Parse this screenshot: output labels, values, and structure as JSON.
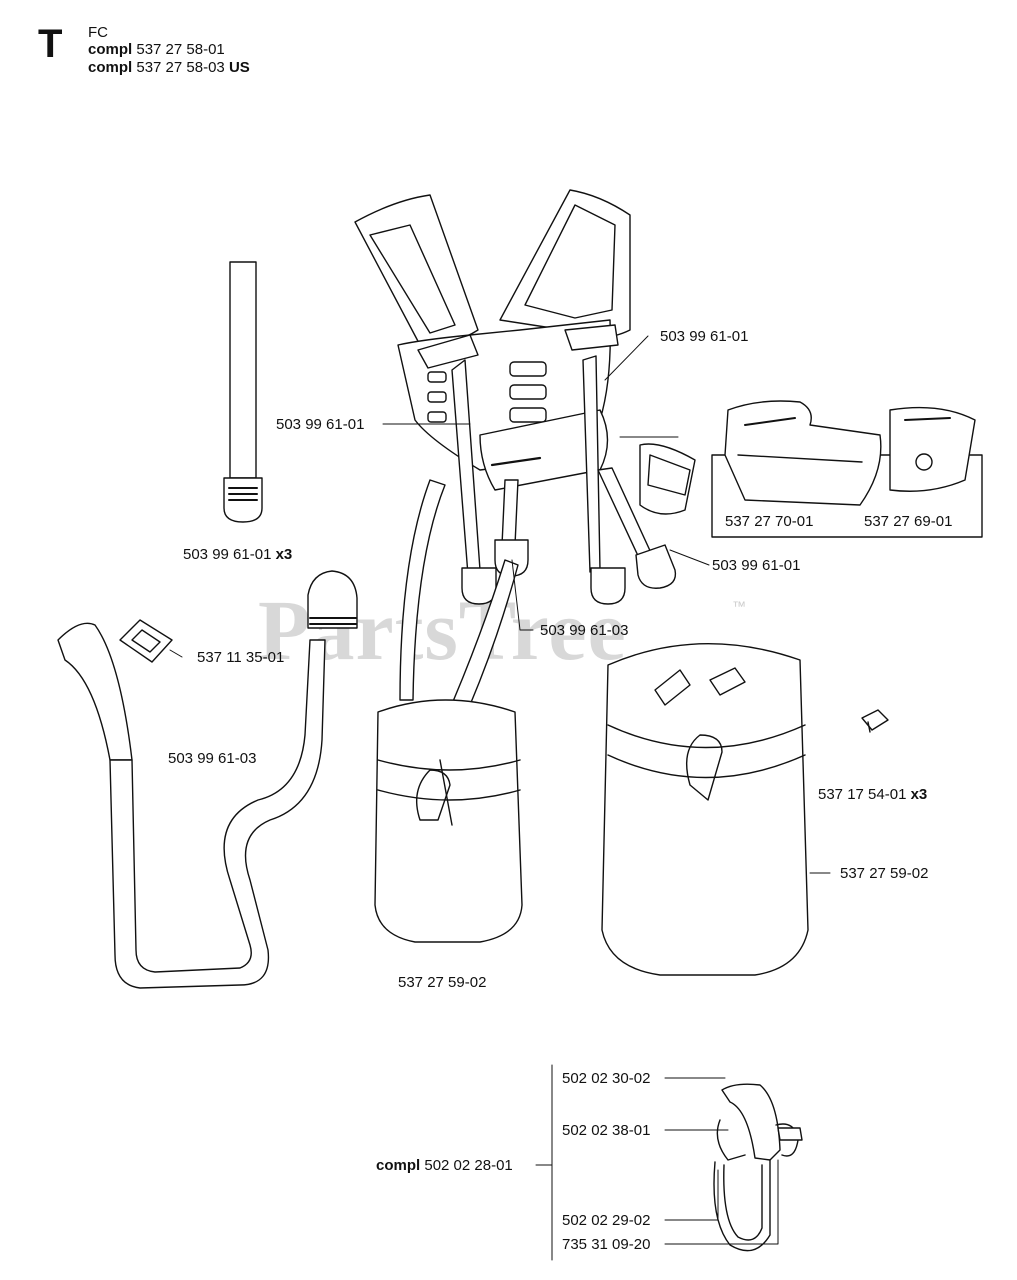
{
  "header": {
    "section_letter": "T",
    "group": "FC",
    "lines": [
      {
        "prefix": "compl",
        "number": "537 27 58-01",
        "suffix": ""
      },
      {
        "prefix": "compl",
        "number": "537 27 58-03",
        "suffix": "US"
      }
    ]
  },
  "watermark": {
    "text": "PartsTree",
    "mark": "™"
  },
  "parts": {
    "p1": {
      "number": "503 99 61-01",
      "suffix": ""
    },
    "p2": {
      "number": "503 99 61-01",
      "suffix": ""
    },
    "p3": {
      "number": "503 99 61-01",
      "suffix": "x3"
    },
    "p4": {
      "number": "503 99 61-01",
      "suffix": ""
    },
    "p5": {
      "number": "503 99 61-03",
      "suffix": ""
    },
    "p6": {
      "number": "537 11 35-01",
      "suffix": ""
    },
    "p7": {
      "number": "503 99 61-03",
      "suffix": ""
    },
    "p8": {
      "number": "537 17 54-01",
      "suffix": "x3"
    },
    "p9": {
      "number": "537 27 59-02",
      "suffix": ""
    },
    "p10": {
      "number": "537 27 59-02",
      "suffix": ""
    },
    "p11": {
      "number": "537 27 70-01",
      "suffix": ""
    },
    "p12": {
      "number": "537 27 69-01",
      "suffix": ""
    },
    "p13": {
      "number": "502 02 30-02",
      "suffix": ""
    },
    "p14": {
      "number": "502 02 38-01",
      "suffix": ""
    },
    "p15": {
      "number": "502 02 29-02",
      "suffix": ""
    },
    "p16": {
      "number": "735 31 09-20",
      "suffix": ""
    },
    "p17": {
      "prefix": "compl",
      "number": "502 02 28-01",
      "suffix": ""
    }
  }
}
